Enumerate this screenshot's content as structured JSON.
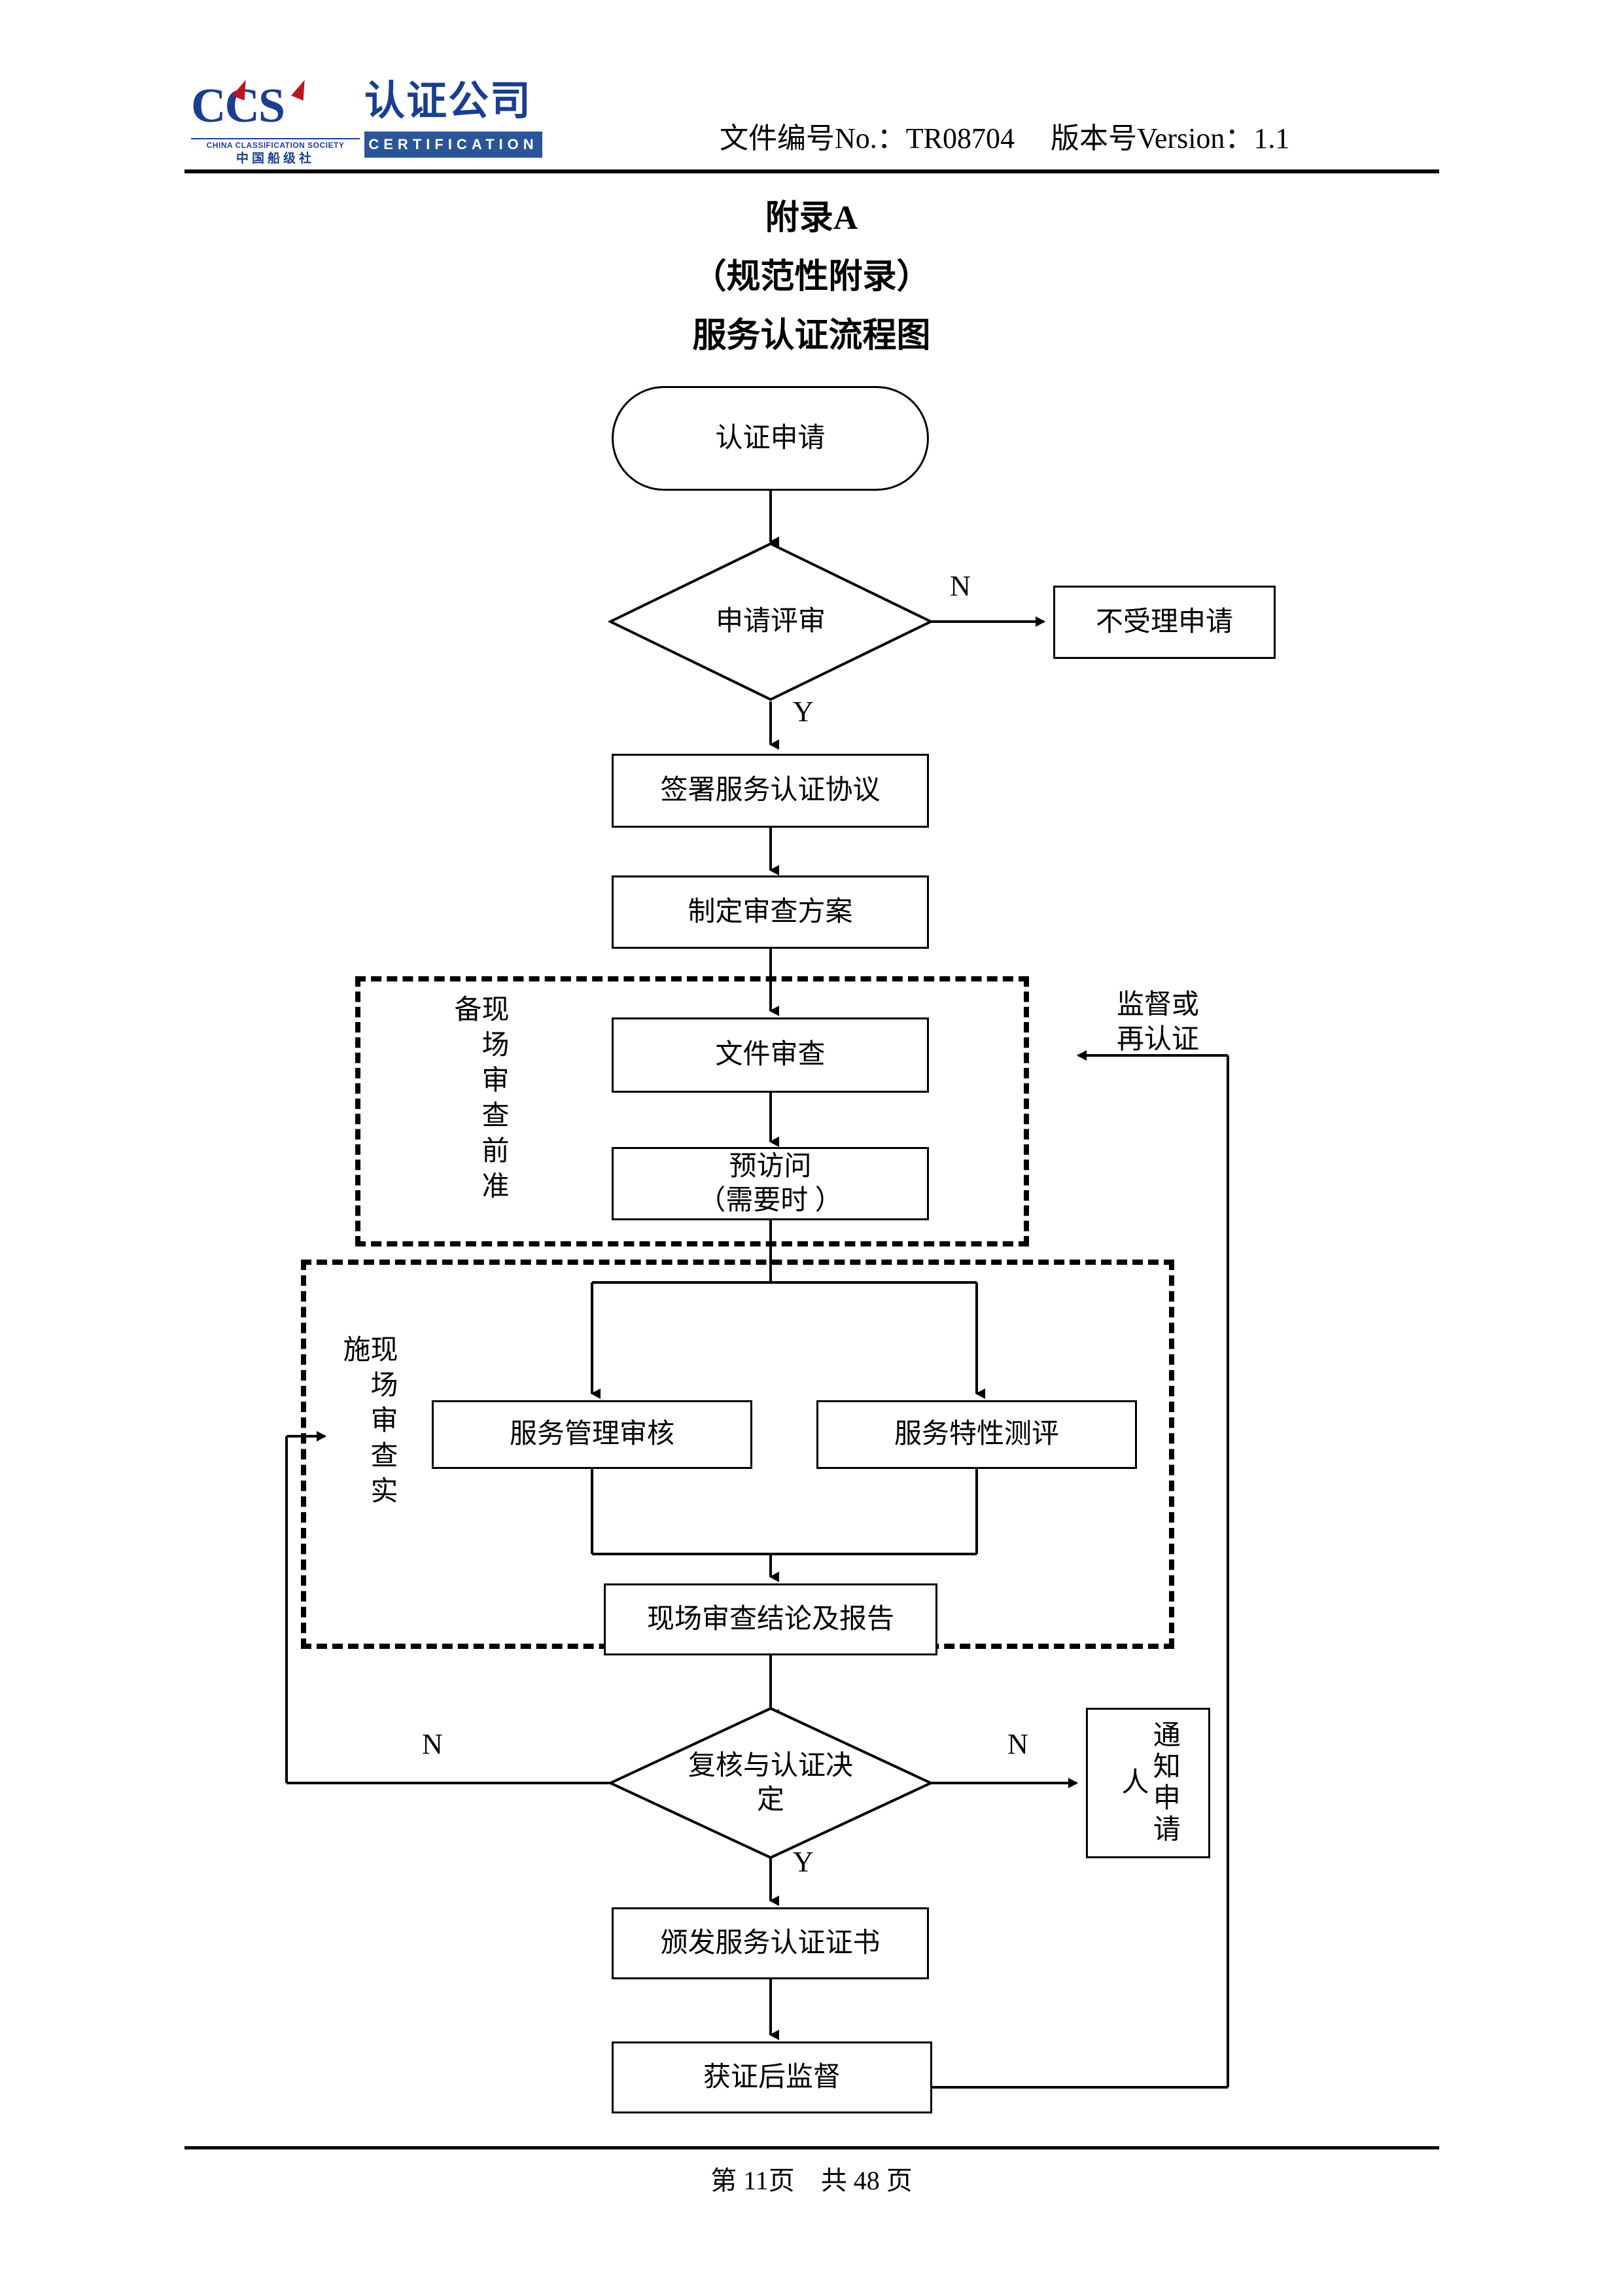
{
  "header": {
    "doc_meta": "文件编号No.：TR08704　 版本号Version：1.1",
    "logo": {
      "ccs_letters": "CCS",
      "ccs_en": "CHINA CLASSIFICATION SOCIETY",
      "ccs_cn": "中国船级社",
      "company_cn": "认证公司",
      "certification_en": "CERTIFICATION"
    }
  },
  "titles": {
    "appendix": "附录A",
    "normative": "（规范性附录）",
    "chart_title": "服务认证流程图"
  },
  "flowchart": {
    "nodes": {
      "apply": "认证申请",
      "review_application": "申请评审",
      "reject": "不受理申请",
      "sign_agreement": "签署服务认证协议",
      "audit_plan": "制定审查方案",
      "doc_review": "文件审查",
      "pre_visit": "预访问\n（需要时 ）",
      "service_mgmt_audit": "服务管理审核",
      "service_char_eval": "服务特性测评",
      "onsite_conclusion": "现场审查结论及报告",
      "decision": "复核与认证决\n定",
      "notify_applicant": "通知申请人",
      "issue_certificate": "颁发服务认证证书",
      "post_surveillance": "获证后监督"
    },
    "regions": {
      "pre_onsite": "现场审查前准备",
      "onsite_exec": "现场审查实施"
    },
    "edge_labels": {
      "reject_n": "N",
      "accept_y": "Y",
      "decision_n_left": "N",
      "decision_n_right": "N",
      "decision_y": "Y"
    },
    "annotations": {
      "surveillance_or_recert": "监督或\n再认证"
    }
  },
  "footer": {
    "page_info": "第 11页　共 48 页"
  }
}
